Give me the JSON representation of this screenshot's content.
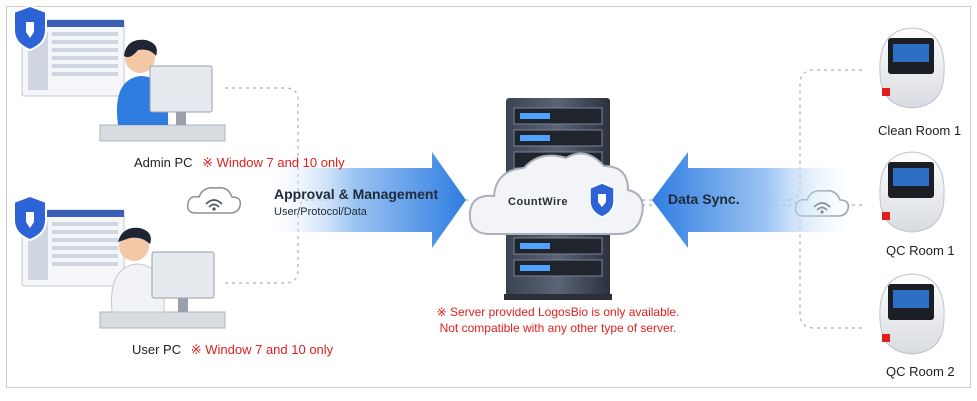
{
  "pcs": {
    "admin_label": "Admin PC",
    "admin_note": "※ Window 7 and 10 only",
    "user_label": "User PC",
    "user_note": "※ Window 7 and 10 only"
  },
  "arrows": {
    "left_title": "Approval & Management",
    "left_sub": "User/Protocol/Data",
    "right_title": "Data Sync."
  },
  "server": {
    "cloud_label": "CountWire",
    "note_line1": "※ Server provided LogosBio is only available.",
    "note_line2": "Not compatible with any other type of server."
  },
  "devices": {
    "clean_room": "Clean Room 1",
    "qc_room_1": "QC Room 1",
    "qc_room_2": "QC Room 2"
  },
  "colors": {
    "arrow_blue": "#2f7de1",
    "note_red": "#e01e1e",
    "shield_blue": "#2e63d6",
    "dark": "#2a2f3a"
  }
}
